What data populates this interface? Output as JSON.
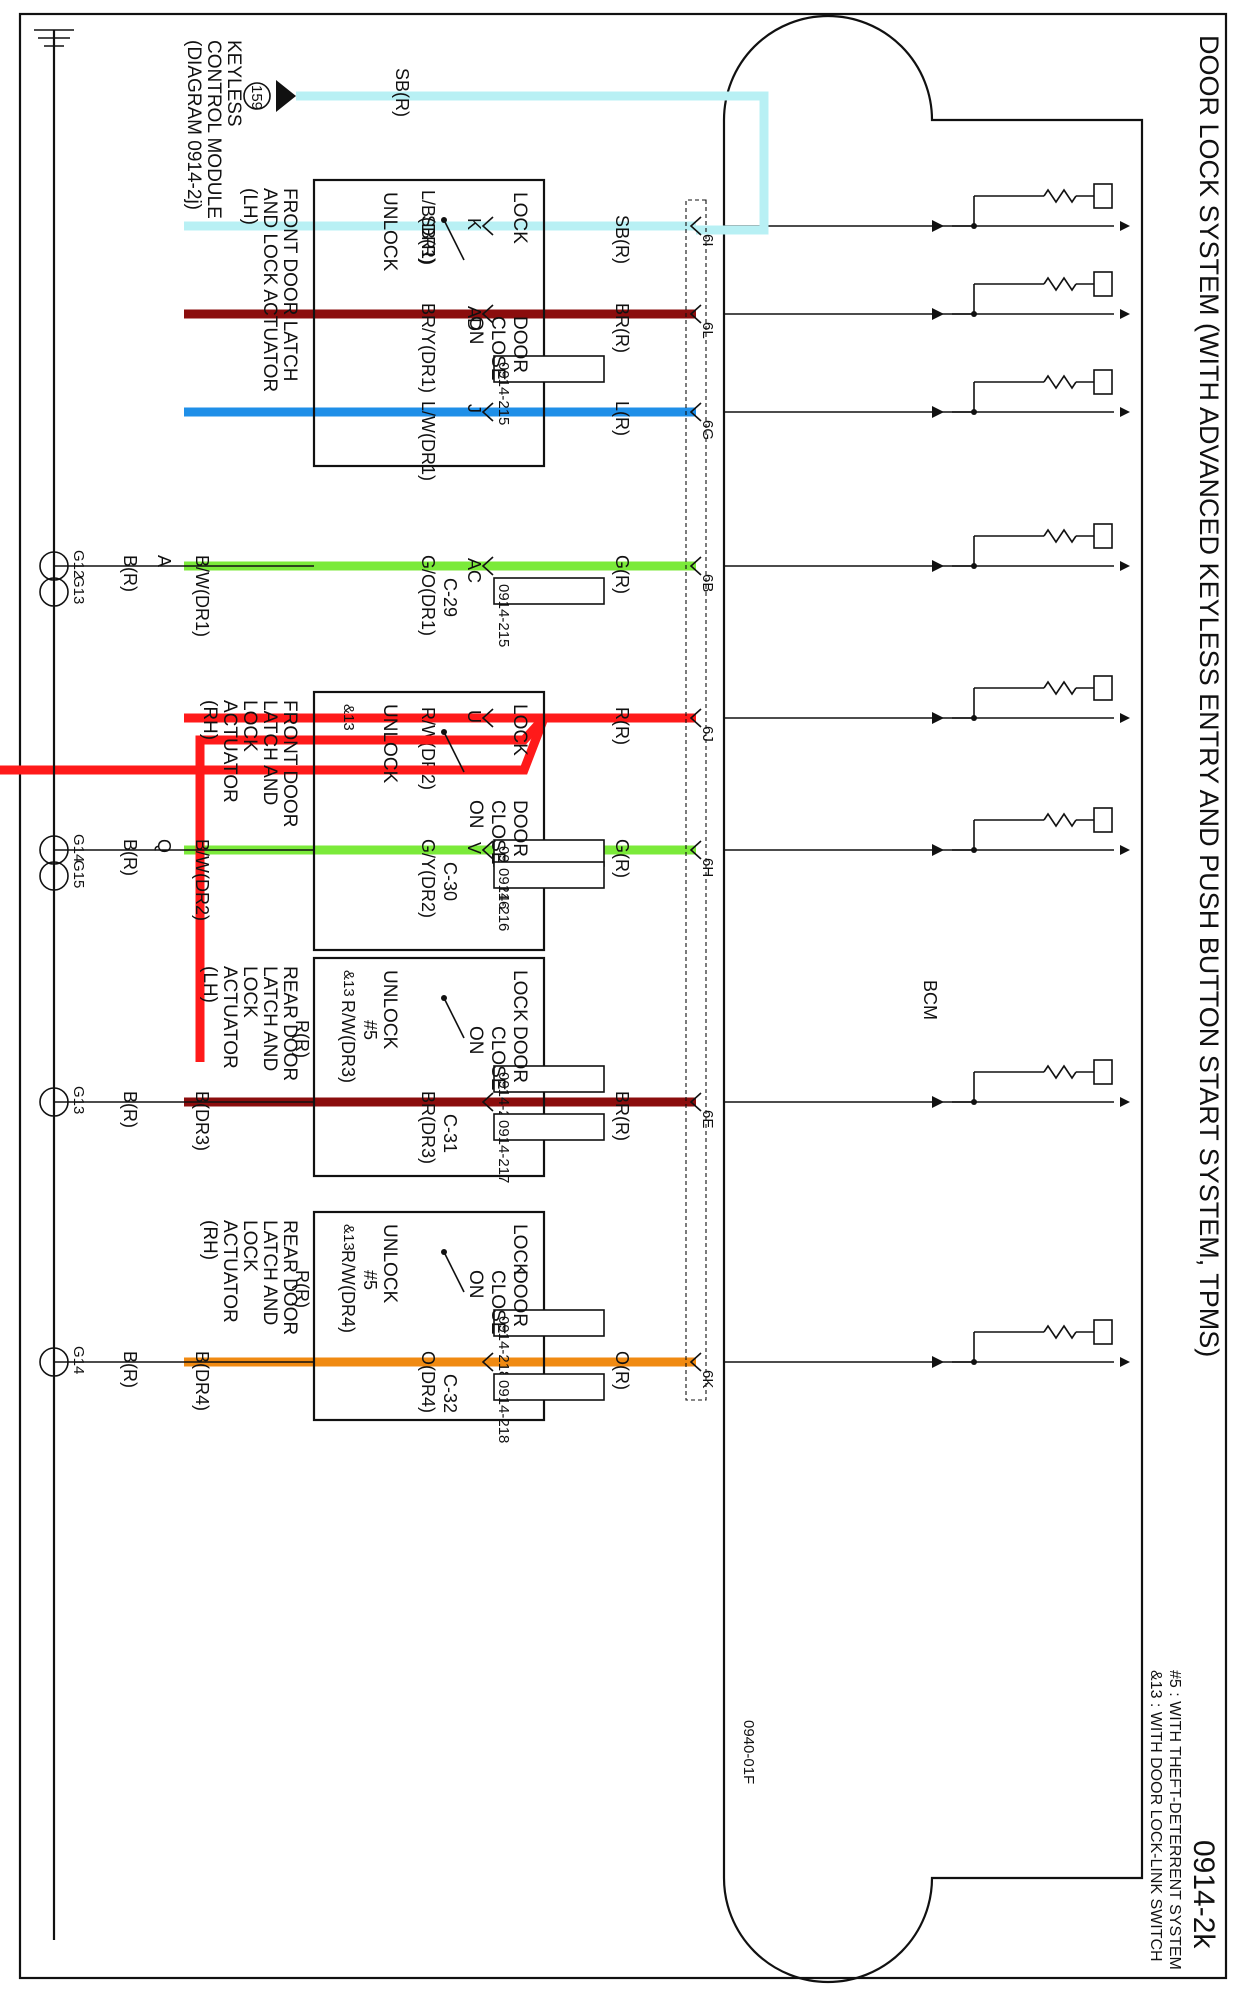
{
  "header": {
    "title": "DOOR LOCK SYSTEM (WITH ADVANCED KEYLESS ENTRY AND PUSH BUTTON START SYSTEM, TPMS)",
    "page_code": "0914-2k",
    "notes": [
      "#5 : WITH THEFT-DETERRENT SYSTEM",
      "&13 : WITH DOOR LOCK-LINK SWITCH"
    ]
  },
  "bcm": {
    "label": "BCM",
    "ref": "0940-01F"
  },
  "keyless": {
    "lines": [
      "KEYLESS",
      "CONTROL MODULE",
      "(DIAGRAM 0914-2j)"
    ],
    "badge": "159",
    "wire": "SB(R)"
  },
  "pins": [
    "6I",
    "6L",
    "6G",
    "6B",
    "6J",
    "6H",
    "6E",
    "6K"
  ],
  "colors": {
    "sb": "#b8f0f4",
    "br": "#8b0d0d",
    "l": "#1f8fe8",
    "g": "#7bea3a",
    "r": "#ff1a1a",
    "o": "#f08a12",
    "ink": "#111111"
  },
  "wires": [
    {
      "bcm_label": "SB(R)",
      "door_label": "SB(R)",
      "color": "sb"
    },
    {
      "bcm_label": "BR(R)",
      "door_label": "BR/Y(DR1)",
      "color": "br"
    },
    {
      "bcm_label": "L(R)",
      "door_label": "L/W(DR1)",
      "color": "l"
    },
    {
      "bcm_label": "G(R)",
      "door_label": "G/O(DR1)",
      "color": "g"
    },
    {
      "bcm_label": "R(R)",
      "door_label": "R/W(DR2)",
      "color": "r"
    },
    {
      "bcm_label": "G(R)",
      "door_label": "G/Y(DR2)",
      "color": "g"
    },
    {
      "bcm_label": "BR(R)",
      "door_label": "BR(DR3)",
      "color": "br"
    },
    {
      "bcm_label": "O(R)",
      "door_label": "O(DR4)",
      "color": "o"
    }
  ],
  "c29": {
    "name": "C-29",
    "terminals": [
      "K",
      "AD",
      "J",
      "AC"
    ],
    "lb_label": "L/B(DR1)",
    "ground": {
      "terminal": "A",
      "wire": "B/W(DR1)",
      "point": "B(R)",
      "g1": "G12",
      "g2": "G13",
      "ref": "0914-215"
    }
  },
  "c30": {
    "name": "C-30",
    "terminals": [
      "U",
      "V"
    ],
    "ground": {
      "terminal": "Q",
      "wire": "B/W(DR2)",
      "point": "B(R)",
      "g1": "G14",
      "g2": "G15",
      "ref": "0914-216"
    }
  },
  "c31": {
    "name": "C-31",
    "lock_wire": "R/W(DR3)",
    "note": "#5",
    "r_label": "R(R)",
    "ground": {
      "wire": "B(DR3)",
      "point": "B(R)",
      "g1": "G13",
      "ref": "0914-217"
    }
  },
  "c32": {
    "name": "C-32",
    "lock_wire": "R/W(DR4)",
    "note": "#5",
    "r_label": "R(R)",
    "ground": {
      "wire": "B(DR4)",
      "point": "B(R)",
      "g1": "G14",
      "ref": "0914-218"
    }
  },
  "doors": [
    {
      "lines": [
        "FRONT DOOR LATCH",
        "AND LOCK ACTUATOR",
        "(LH)"
      ],
      "ref": "0914-215"
    },
    {
      "lines": [
        "FRONT DOOR",
        "LATCH AND",
        "LOCK",
        "ACTUATOR",
        "(RH)"
      ],
      "ref": "0914-216"
    },
    {
      "lines": [
        "REAR DOOR",
        "LATCH AND",
        "LOCK",
        "ACTUATOR",
        "(LH)"
      ],
      "ref": "0914-217"
    },
    {
      "lines": [
        "REAR DOOR",
        "LATCH AND",
        "LOCK",
        "ACTUATOR",
        "(RH)"
      ],
      "ref": "0914-218"
    }
  ],
  "switch_labels": {
    "lock": "LOCK",
    "unlock": "UNLOCK",
    "door": "DOOR",
    "close": "CLOSE",
    "on": "ON",
    "link": "&13"
  }
}
